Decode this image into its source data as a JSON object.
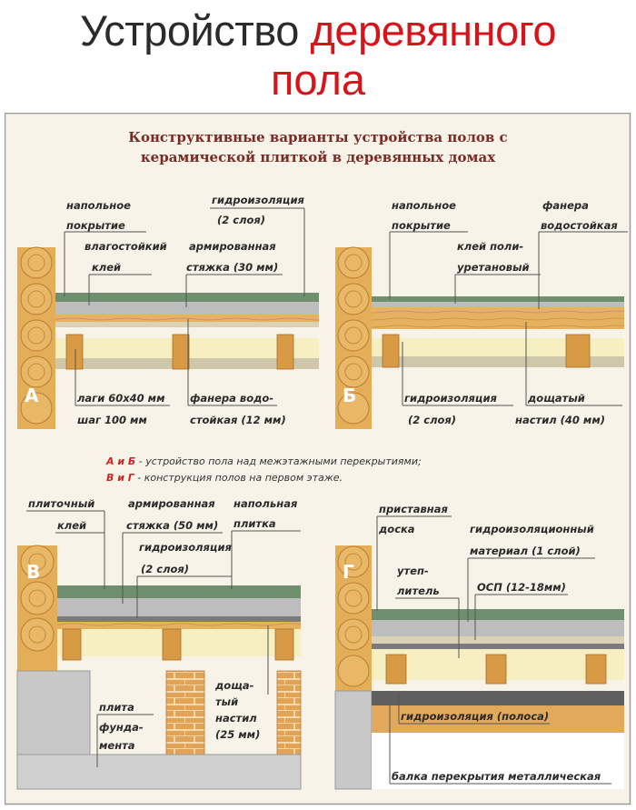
{
  "title": {
    "line1_dark": "Устройство ",
    "line1_red": "деревянного",
    "line2": "пола"
  },
  "poster": {
    "title_line1": "Конструктивные варианты устройства полов с",
    "title_line2": "керамической плиткой в деревянных домах",
    "note1_letters": "А и Б",
    "note1_text": " - устройство пола над межэтажными перекрытиями;",
    "note2_letters": "В и Г",
    "note2_text": " - конструкция полов на первом этаже."
  },
  "panels": {
    "a": {
      "letter": "А",
      "labels": [
        "напольное",
        "покрытие",
        "влагостойкий",
        "клей",
        "гидроизоляция",
        "(2 слоя)",
        "армированная",
        "стяжка (30 мм)",
        "лаги 60х40 мм",
        "шаг 100 мм",
        "фанера водо-",
        "стойкая (12 мм)"
      ]
    },
    "b": {
      "letter": "Б",
      "labels": [
        "напольное",
        "покрытие",
        "клей поли-",
        "уретановый",
        "фанера",
        "водостойкая",
        "гидроизоляция",
        "(2 слоя)",
        "дощатый",
        "настил (40 мм)"
      ]
    },
    "v": {
      "letter": "В",
      "labels": [
        "плиточный",
        "клей",
        "армированная",
        "стяжка (50 мм)",
        "напольная",
        "плитка",
        "гидроизоляция",
        "(2 слоя)",
        "плита",
        "фунда-",
        "мента",
        "доща-",
        "тый",
        "настил",
        "(25 мм)"
      ]
    },
    "g": {
      "letter": "Г",
      "labels": [
        "приставная",
        "доска",
        "гидроизоляционный",
        "материал (1 слой)",
        "утеп-",
        "литель",
        "ОСП (12-18мм)",
        "гидроизоляция (полоса)",
        "балка перекрытия металлическая"
      ]
    }
  },
  "colors": {
    "title_red": "#d8141b",
    "poster_bg": "#f7f3e8",
    "wood": "#e8b35a",
    "tile": "#6f8f6f",
    "screed": "#bdbdbd",
    "insulation": "#f6efc2"
  }
}
